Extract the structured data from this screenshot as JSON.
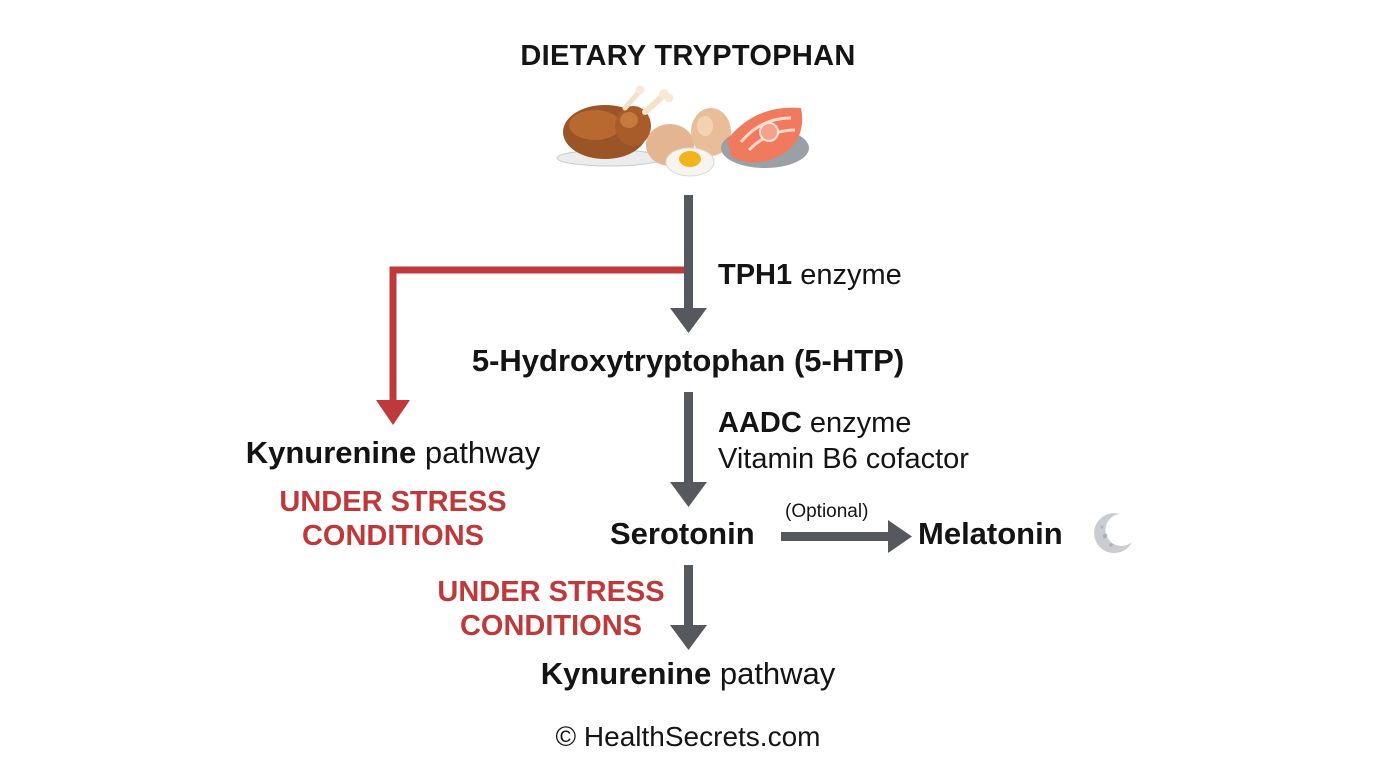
{
  "title": "DIETARY TRYPTOPHAN",
  "food_icons": [
    "roast-chicken-icon",
    "egg-icon",
    "salmon-steak-icon"
  ],
  "tph1": {
    "name": "TPH1",
    "suffix": " enzyme"
  },
  "htp": {
    "label": "5-Hydroxytryptophan (5-HTP)"
  },
  "aadc": {
    "name": "AADC",
    "suffix": " enzyme",
    "cofactor": "Vitamin B6 cofactor"
  },
  "serotonin": {
    "label": "Serotonin"
  },
  "optional": {
    "label": "(Optional)"
  },
  "melatonin": {
    "label": "Melatonin",
    "icon": "crescent-moon-icon"
  },
  "kynurenine_left": {
    "name": "Kynurenine",
    "suffix": " pathway"
  },
  "stress_left": {
    "line1": "UNDER STRESS",
    "line2": "CONDITIONS"
  },
  "stress_bottom": {
    "line1": "UNDER STRESS",
    "line2": "CONDITIONS"
  },
  "kynurenine_bottom": {
    "name": "Kynurenine",
    "suffix": " pathway"
  },
  "footer": "© HealthSecrets.com",
  "colors": {
    "arrow": "#55585c",
    "stress": "#c0393a",
    "text": "#141414"
  }
}
